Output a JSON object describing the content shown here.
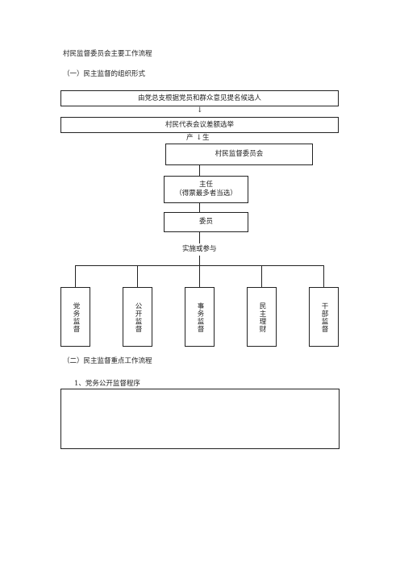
{
  "doc_title": "村民监督委员会主要工作流程",
  "section1": "（一）民主监督的组织形式",
  "flow": {
    "step1": "由党总支根据党员和群众意见提名候选人",
    "step2": "村民代表会议差额选举",
    "produce_left": "产",
    "produce_right": "生",
    "committee": "村民监督委员会",
    "director_line1": "主任",
    "director_line2": "（得票最多者当选）",
    "member": "委员",
    "implement": "实施或参与",
    "branches": [
      "党务监督",
      "公开监督",
      "事务监督",
      "民主理财",
      "干部监督"
    ]
  },
  "section2": "（二）民主监督重点工作流程",
  "subsection1": "1、党务公开监督程序"
}
